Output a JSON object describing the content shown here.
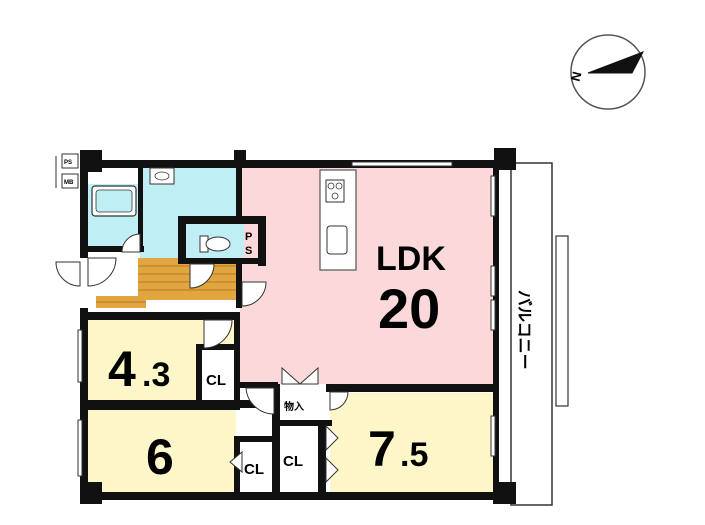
{
  "compass": {
    "label": "N",
    "icon": "north-arrow-icon"
  },
  "rooms": {
    "ldk": {
      "label": "LDK",
      "size": "20",
      "color": "#fbd8da"
    },
    "western_4_3": {
      "size_main": "4",
      "size_decimal": ".3",
      "color": "#fcf6c8"
    },
    "western_6": {
      "size": "6",
      "color": "#fcf6c8"
    },
    "western_7_5": {
      "size_main": "7",
      "size_decimal": ".5",
      "color": "#fcf6c8"
    },
    "wet_area_color": "#bfeff5"
  },
  "labels": {
    "closet": "CL",
    "storage": "物入",
    "pipe_space": "PS",
    "pipe_space_top": "P",
    "pipe_space_bottom": "S",
    "meter_box": "MB",
    "pipe_space_small": "PS",
    "balcony": "バルコニー"
  },
  "colors": {
    "wall": "#111111",
    "floor_wood": "#e2a640"
  }
}
